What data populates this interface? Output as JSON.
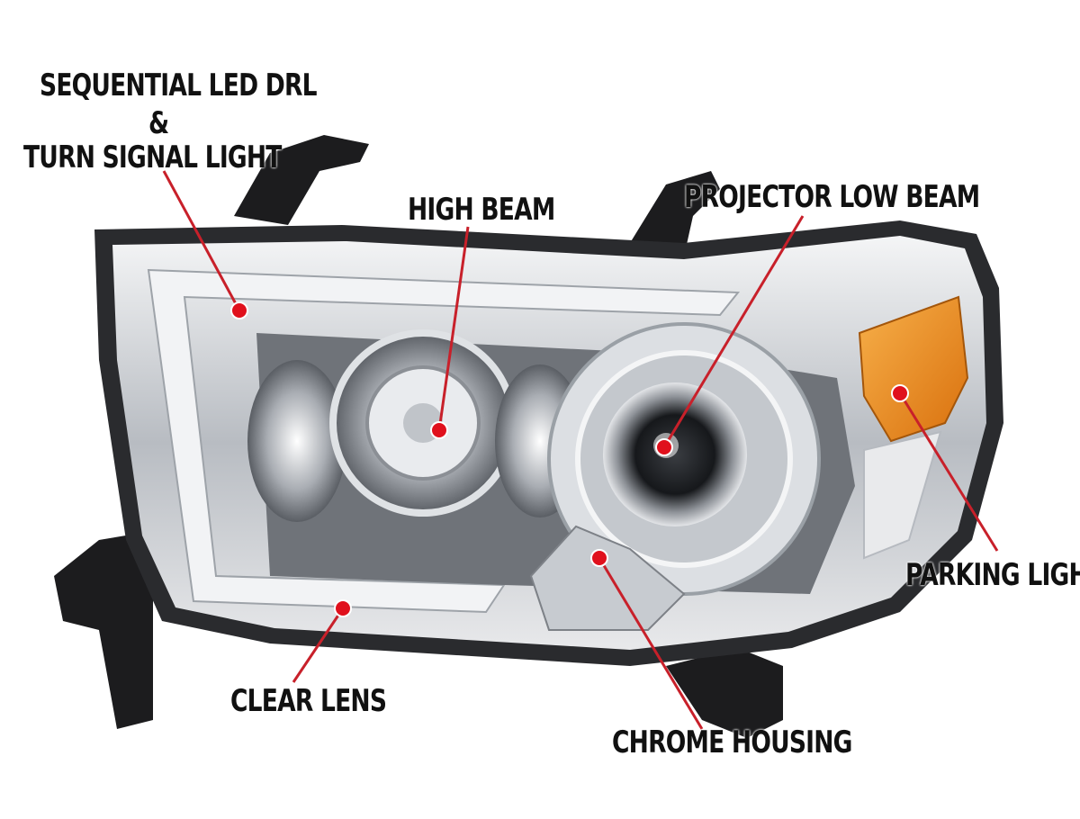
{
  "labels": {
    "drl_line1": "SEQUENTIAL LED DRL",
    "drl_amp": "&",
    "drl_line2": "TURN SIGNAL LIGHT",
    "high_beam": "HIGH BEAM",
    "projector_low_beam": "PROJECTOR LOW BEAM",
    "parking_light": "PARKING LIGHT",
    "clear_lens": "CLEAR LENS",
    "chrome_housing": "CHROME HOUSING"
  },
  "colors": {
    "callout_dot": "#e0101c",
    "callout_line": "#c8202a",
    "amber_lens": "#f0901a",
    "chrome": "#c9ccd0",
    "housing_black": "#1c1c1e"
  }
}
